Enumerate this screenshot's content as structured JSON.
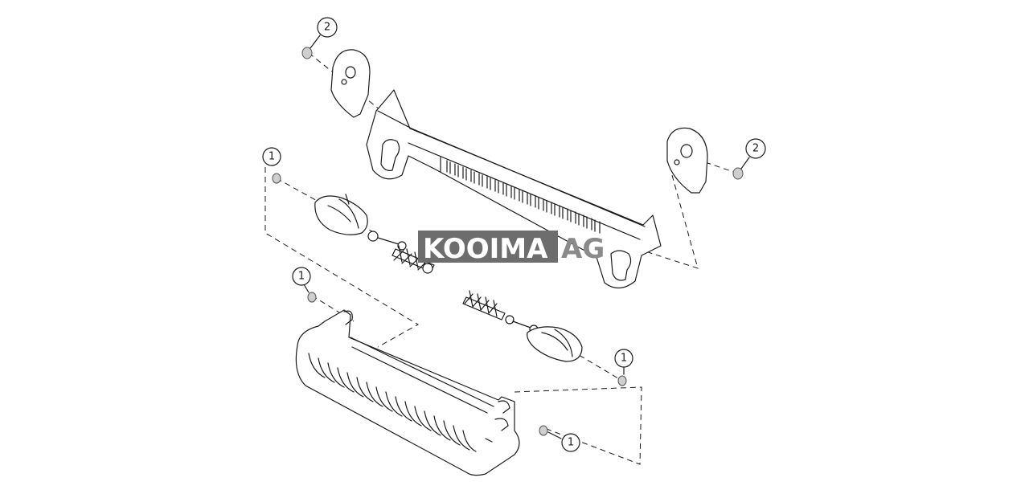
{
  "diagram": {
    "type": "exploded-parts-diagram",
    "callouts": [
      {
        "id": "callout-2-top-left",
        "label": "2"
      },
      {
        "id": "callout-2-right",
        "label": "2"
      },
      {
        "id": "callout-1-upper-left",
        "label": "1"
      },
      {
        "id": "callout-1-middle-left",
        "label": "1"
      },
      {
        "id": "callout-1-right",
        "label": "1"
      },
      {
        "id": "callout-1-bottom",
        "label": "1"
      }
    ],
    "watermark": {
      "brand": "KOOIMA",
      "suffix": "AG",
      "box_color": "#6d6d6d",
      "text_color": "#ffffff"
    }
  }
}
